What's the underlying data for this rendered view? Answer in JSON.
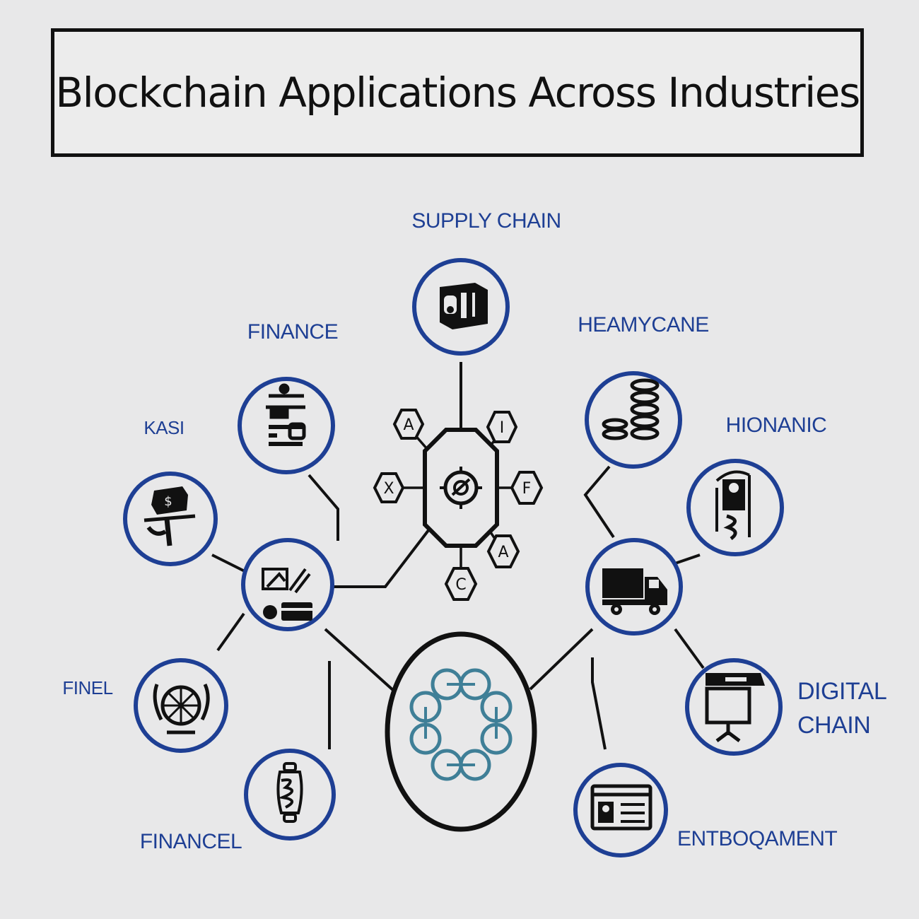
{
  "title": "Blockchain Applications Across Industries",
  "labels": {
    "supply_chain": "SUPPLY CHAIN",
    "finance_top": "FINANCE",
    "healthcare": "HEAMYCANE",
    "kasi": "KASI",
    "hionanic": "HIONANIC",
    "finel": "FINEL",
    "digital_chain_1": "DIGITAL",
    "digital_chain_2": "CHAIN",
    "finance_bottom": "FINANCEL",
    "entertainment": "ENTBOQAMENT"
  },
  "hub_letters": {
    "top_left": "A",
    "top_right": "I",
    "left": "X",
    "right": "F",
    "bottom_right": "A",
    "bottom": "C"
  },
  "colors": {
    "ring": "#1e3f94",
    "line": "#111111",
    "center_icon": "#3f7f97",
    "label": "#1e3f94"
  }
}
